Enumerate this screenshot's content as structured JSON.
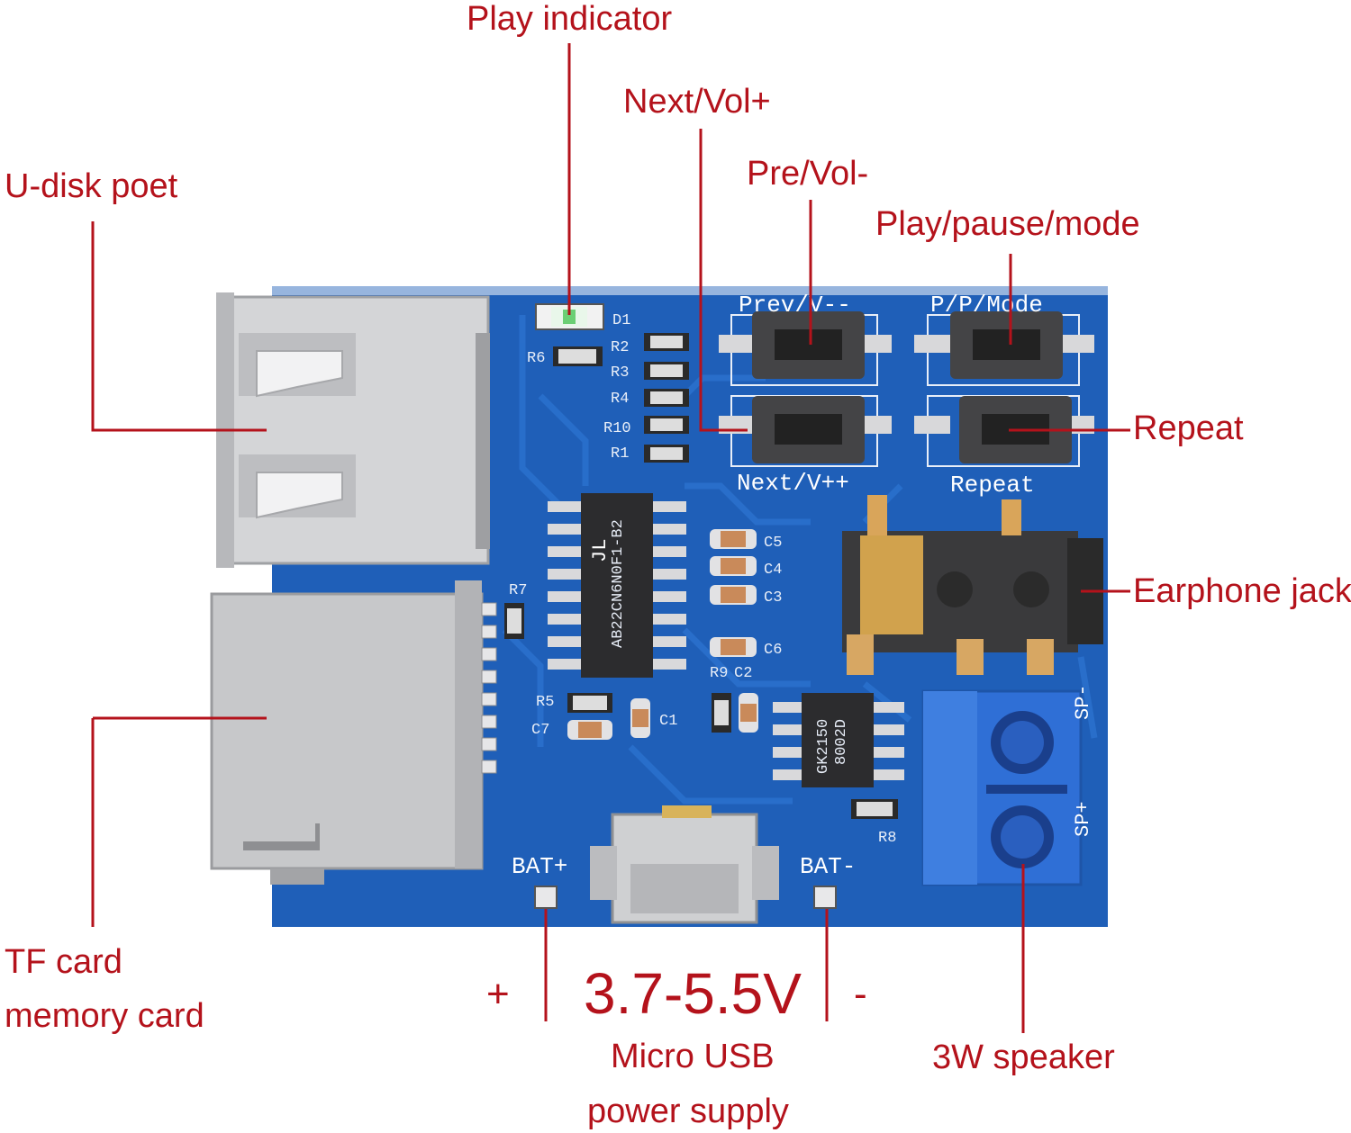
{
  "labels": {
    "play_indicator": "Play indicator",
    "next_vol_plus": "Next/Vol+",
    "pre_vol_minus": "Pre/Vol-",
    "play_pause_mode": "Play/pause/mode",
    "u_disk_port": "U-disk poet",
    "repeat": "Repeat",
    "earphone_jack": "Earphone jack",
    "tf_card_line1": "TF card",
    "tf_card_line2": "memory card",
    "plus_sign": "+",
    "voltage": "3.7-5.5V",
    "minus_sign": "-",
    "micro_usb_line1": "Micro USB",
    "micro_usb_line2": "power supply",
    "speaker": "3W speaker"
  },
  "silkscreen": {
    "prev": "Prev/V--",
    "ppmode": "P/P/Mode",
    "next": "Next/V++",
    "repeat": "Repeat",
    "d1": "D1",
    "r2": "R2",
    "r3": "R3",
    "r4": "R4",
    "r10": "R10",
    "r1": "R1",
    "r6": "R6",
    "r7": "R7",
    "r5": "R5",
    "c7": "C7",
    "c1": "C1",
    "c2": "C2",
    "c3": "C3",
    "c4": "C4",
    "c5": "C5",
    "c6": "C6",
    "r9": "R9",
    "r8": "R8",
    "bat_plus": "BAT+",
    "bat_minus": "BAT-",
    "sp_minus": "SP-",
    "sp_plus": "SP+",
    "chip_main": "AB22CN6N0F1-B2",
    "chip_logo": "JL",
    "chip_amp_1": "8002D",
    "chip_amp_2": "GK2150"
  },
  "colors": {
    "label": "#b4121b",
    "pcb": "#1f5fb8",
    "pcb_dark": "#174d9c",
    "metal": "#c9cacc",
    "terminal": "#2f6fd6"
  }
}
